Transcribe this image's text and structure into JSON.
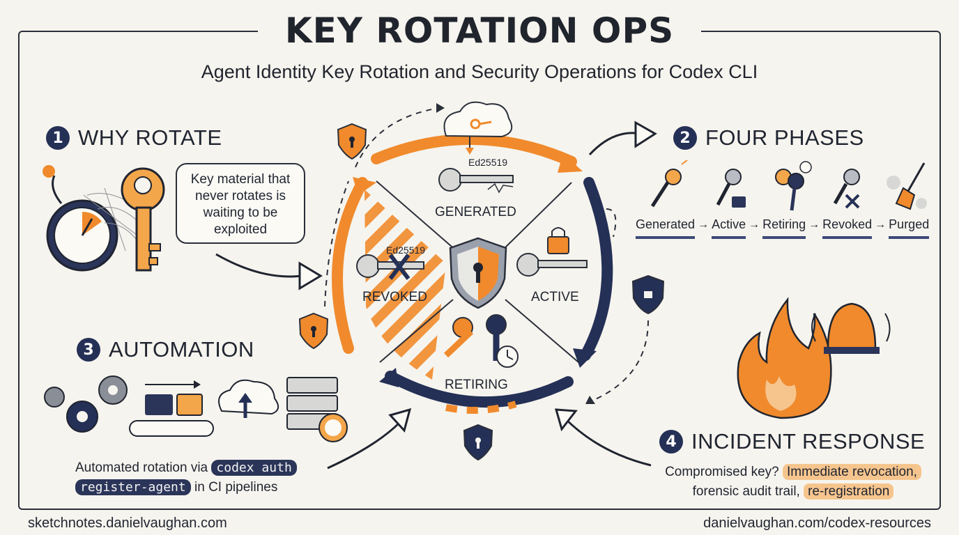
{
  "title": "KEY ROTATION OPS",
  "subtitle": "Agent Identity Key Rotation and Security Operations for Codex CLI",
  "sections": {
    "why": {
      "num": "1",
      "title": "WHY ROTATE",
      "bubble": "Key material that never rotates is waiting to be exploited"
    },
    "phases": {
      "num": "2",
      "title": "FOUR PHASES",
      "labels": [
        "Generated",
        "Active",
        "Retiring",
        "Revoked",
        "Purged"
      ],
      "arrow": "→"
    },
    "automation": {
      "num": "3",
      "title": "AUTOMATION",
      "caption_pre": "Automated rotation via",
      "code1": "codex auth",
      "code2": "register-agent",
      "caption_post": "in CI pipelines"
    },
    "incident": {
      "num": "4",
      "title": "INCIDENT RESPONSE",
      "line1_pre": "Compromised key?",
      "line1_hl": "Immediate revocation,",
      "line2_pre": "forensic audit trail,",
      "line2_hl": "re-registration"
    }
  },
  "cycle": {
    "generated": "GENERATED",
    "active": "ACTIVE",
    "retiring": "RETIRING",
    "revoked": "REVOKED",
    "algo_top": "Ed25519",
    "algo_left": "Ed25519"
  },
  "footer": {
    "left": "sketchnotes.danielvaughan.com",
    "right": "danielvaughan.com/codex-resources"
  },
  "colors": {
    "navy": "#243056",
    "orange": "#f08a2c",
    "ink": "#1f2430",
    "highlight": "#f6c58e"
  }
}
